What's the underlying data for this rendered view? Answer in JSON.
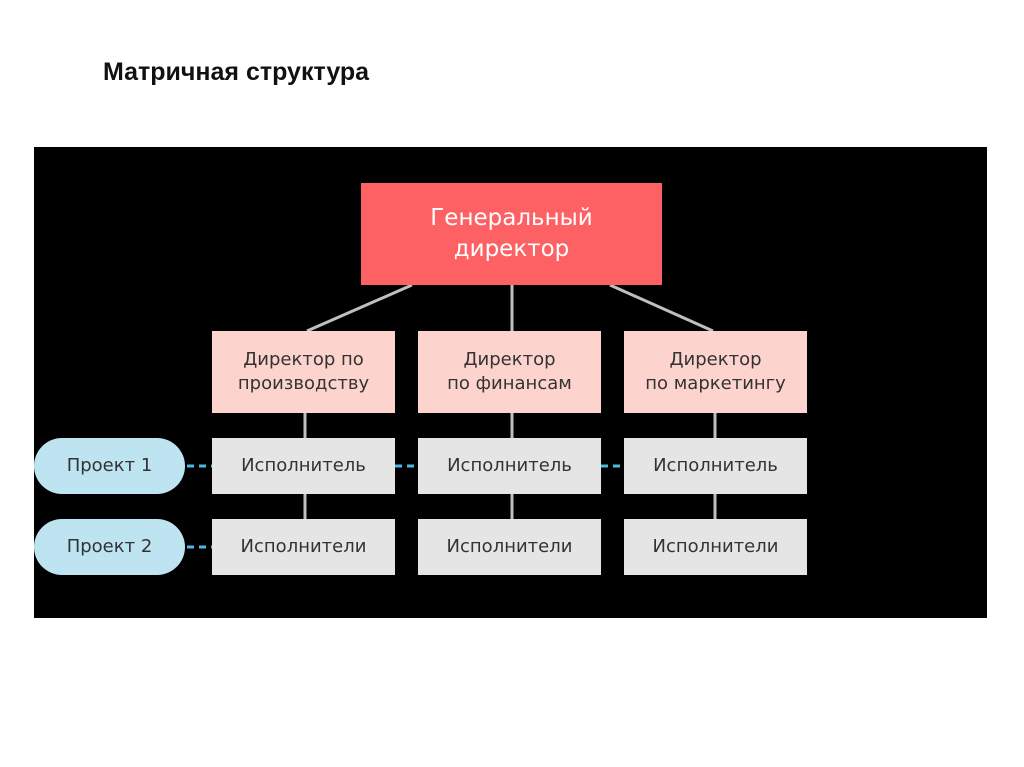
{
  "title": "Матричная структура",
  "ceo": {
    "line1": "Генеральный",
    "line2": "директор"
  },
  "directors": [
    {
      "line1": "Директор по",
      "line2": "производству"
    },
    {
      "line1": "Директор",
      "line2": "по финансам"
    },
    {
      "line1": "Директор",
      "line2": "по маркетингу"
    }
  ],
  "projects": [
    {
      "label": "Проект 1",
      "cells": [
        "Исполнитель",
        "Исполнитель",
        "Исполнитель"
      ]
    },
    {
      "label": "Проект 2",
      "cells": [
        "Исполнители",
        "Исполнители",
        "Исполнители"
      ]
    }
  ],
  "colors": {
    "ceo": "#fe6163",
    "director": "#fdd3ce",
    "executor": "#e5e5e5",
    "project": "#bde4f0",
    "dash": "#4db8e0"
  }
}
